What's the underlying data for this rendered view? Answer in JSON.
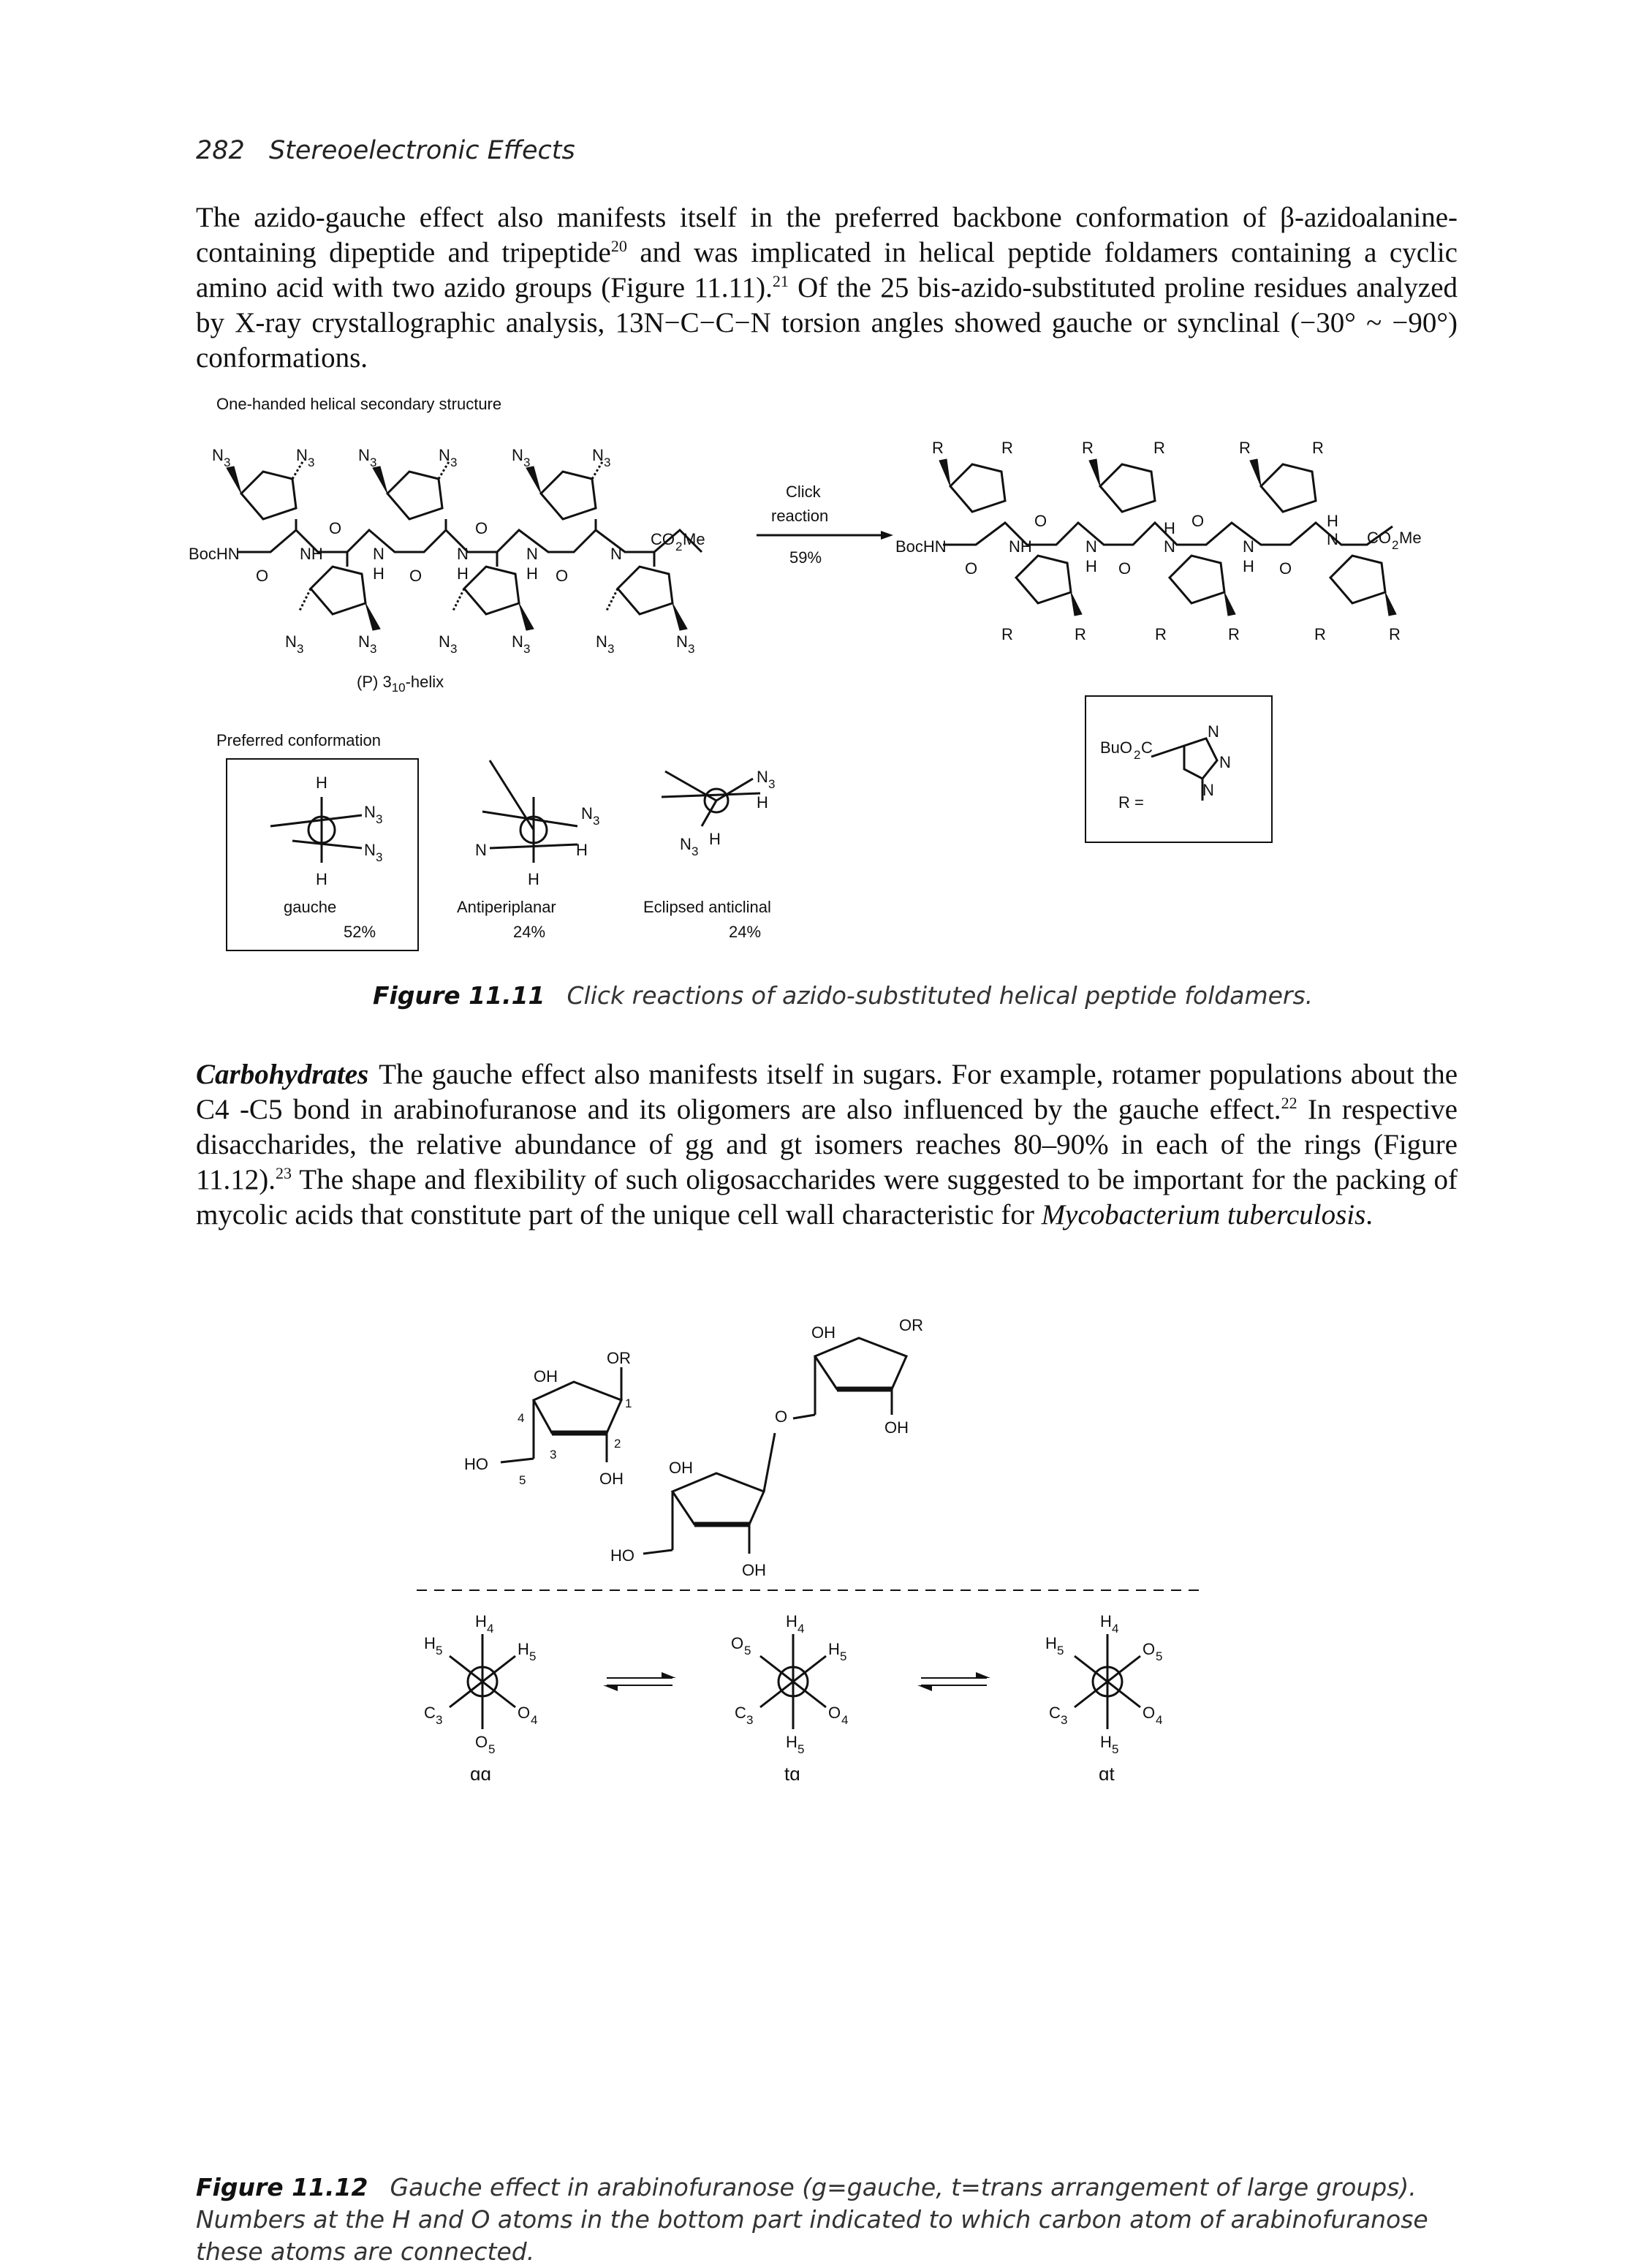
{
  "running_head": {
    "page_number": "282",
    "title": "Stereoelectronic Effects"
  },
  "paragraph1": {
    "t1": "The azido-gauche effect also manifests itself in the preferred backbone conformation of β-azidoalanine-containing dipeptide and tripeptide",
    "ref1": "20",
    "t2": " and was implicated in helical peptide foldamers containing a cyclic amino acid with two azido groups (Figure 11.11).",
    "ref2": "21",
    "t3": " Of the 25 bis-azido-substituted proline residues analyzed by X-ray crystallographic analysis, 13N−C−C−N torsion angles showed gauche or synclinal (−30° ~ −90°) conformations."
  },
  "figure1": {
    "title": "One-handed helical secondary structure",
    "helix_label": "(P) 3",
    "helix_sub": "10",
    "helix_suffix": "-helix",
    "arrow_top": "Click",
    "arrow_mid": "reaction",
    "arrow_yield": "59%",
    "pref_title": "Preferred conformation",
    "conf1_name": "gauche",
    "conf1_pct": "52%",
    "conf2_name": "Antiperiplanar",
    "conf2_pct": "24%",
    "conf3_name": "Eclipsed anticlinal",
    "conf3_pct": "24%",
    "r_eq": "R ="
  },
  "caption1": {
    "label": "Figure 11.11",
    "text": "Click reactions of azido-substituted helical peptide foldamers."
  },
  "paragraph2": {
    "runin": "Carbohydrates",
    "t1": "The gauche effect also manifests itself in sugars. For example, rotamer populations about the C4 -C5 bond in arabinofuranose and its oligomers are also influenced by the gauche effect.",
    "ref1": "22",
    "t2": " In respective disaccharides, the relative abundance of gg and gt isomers reaches 80–90% in each of the rings (Figure 11.12).",
    "ref2": "23",
    "t3": " The shape and flexibility of such oligosaccharides were suggested to be important for the packing of mycolic acids that constitute part of the unique cell wall characteristic for ",
    "species": "Mycobacterium tuberculosis",
    "t4": "."
  },
  "figure2": {
    "newman1": "gg",
    "newman2": "tg",
    "newman3": "gt"
  },
  "caption2": {
    "label": "Figure 11.12",
    "text": "Gauche effect in arabinofuranose (g=gauche, t=trans arrangement of large groups). Numbers at the H and O atoms in the bottom part indicated to which carbon atom of arabinofuranose these atoms are connected."
  }
}
